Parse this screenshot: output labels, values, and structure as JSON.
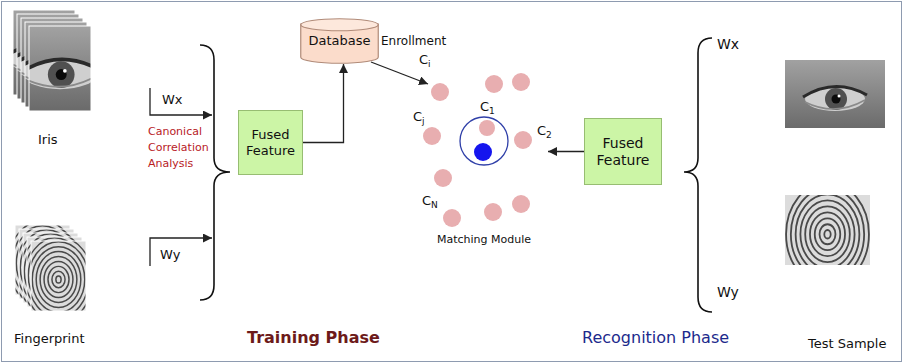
{
  "diagram": {
    "nodes": [
      {
        "text": [
          "Fused Feature"
        ]
      },
      {
        "text": [
          "Database"
        ]
      },
      {
        "text": [
          "Matching Module"
        ]
      },
      {
        "text": [
          "Fused Feature"
        ]
      }
    ],
    "edges": [
      {
        "from": 0,
        "to": 1,
        "arrow": "to"
      },
      {
        "from": 1,
        "to": 2,
        "arrow": "to"
      },
      {
        "from": 3,
        "to": 2,
        "arrow": "to"
      }
    ],
    "labels": [
      "Iris",
      "Wx",
      "Canonical Correlation Analysis",
      "Wy",
      "Fingerprint",
      "Enrollment",
      "Ci",
      "Cj",
      "C1",
      "C2",
      "CN",
      "Wx",
      "Wy",
      "Test Sample",
      "Training Phase",
      "Recognition Phase"
    ]
  }
}
